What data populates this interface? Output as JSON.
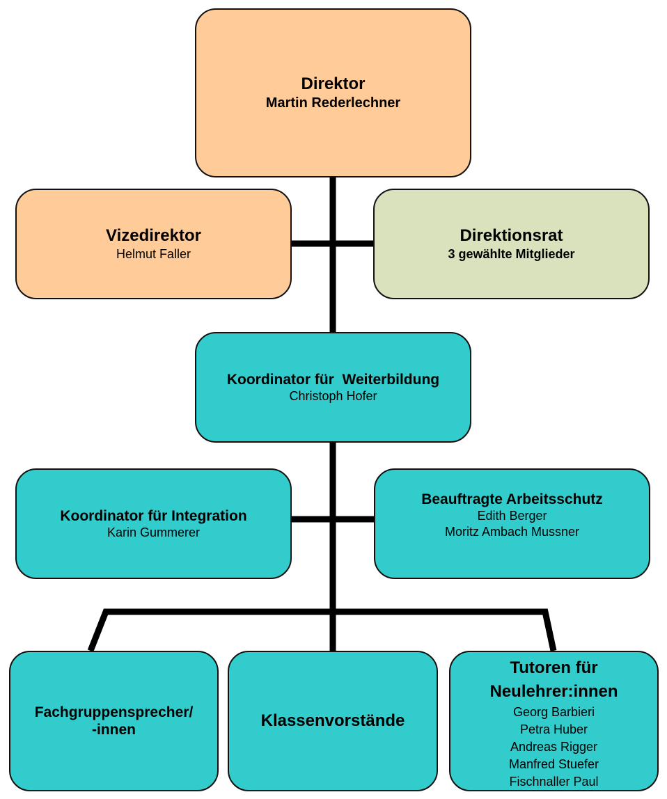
{
  "chart": {
    "nodes": {
      "direktor": {
        "title": "Direktor",
        "name": "Martin Rederlechner"
      },
      "vizedirektor": {
        "title": "Vizedirektor",
        "name": "Helmut Faller"
      },
      "direktionsrat": {
        "title": "Direktionsrat",
        "name": "3 gewählte Mitglieder"
      },
      "weiterbildung": {
        "title": "Koordinator für  Weiterbildung",
        "name": "Christoph Hofer"
      },
      "integration": {
        "title": "Koordinator für Integration",
        "name": "Karin Gummerer"
      },
      "arbeitsschutz": {
        "title": "Beauftragte Arbeitsschutz",
        "names": [
          "Edith Berger",
          "Moritz Ambach Mussner"
        ]
      },
      "fachgruppen": {
        "title_lines": [
          "Fachgruppensprecher/",
          "-innen"
        ]
      },
      "klassenvorstaende": {
        "title": "Klassenvorstände"
      },
      "tutoren": {
        "title_lines": [
          "Tutoren für",
          "Neulehrer:innen"
        ],
        "names": [
          "Georg Barbieri",
          "Petra Huber",
          "Andreas Rigger",
          "Manfred Stuefer",
          "Fischnaller Paul"
        ]
      }
    },
    "colors": {
      "leadership": "#ffcc99",
      "council": "#d9e1bd",
      "coordinators": "#33cccc",
      "connector": "#000000"
    }
  }
}
